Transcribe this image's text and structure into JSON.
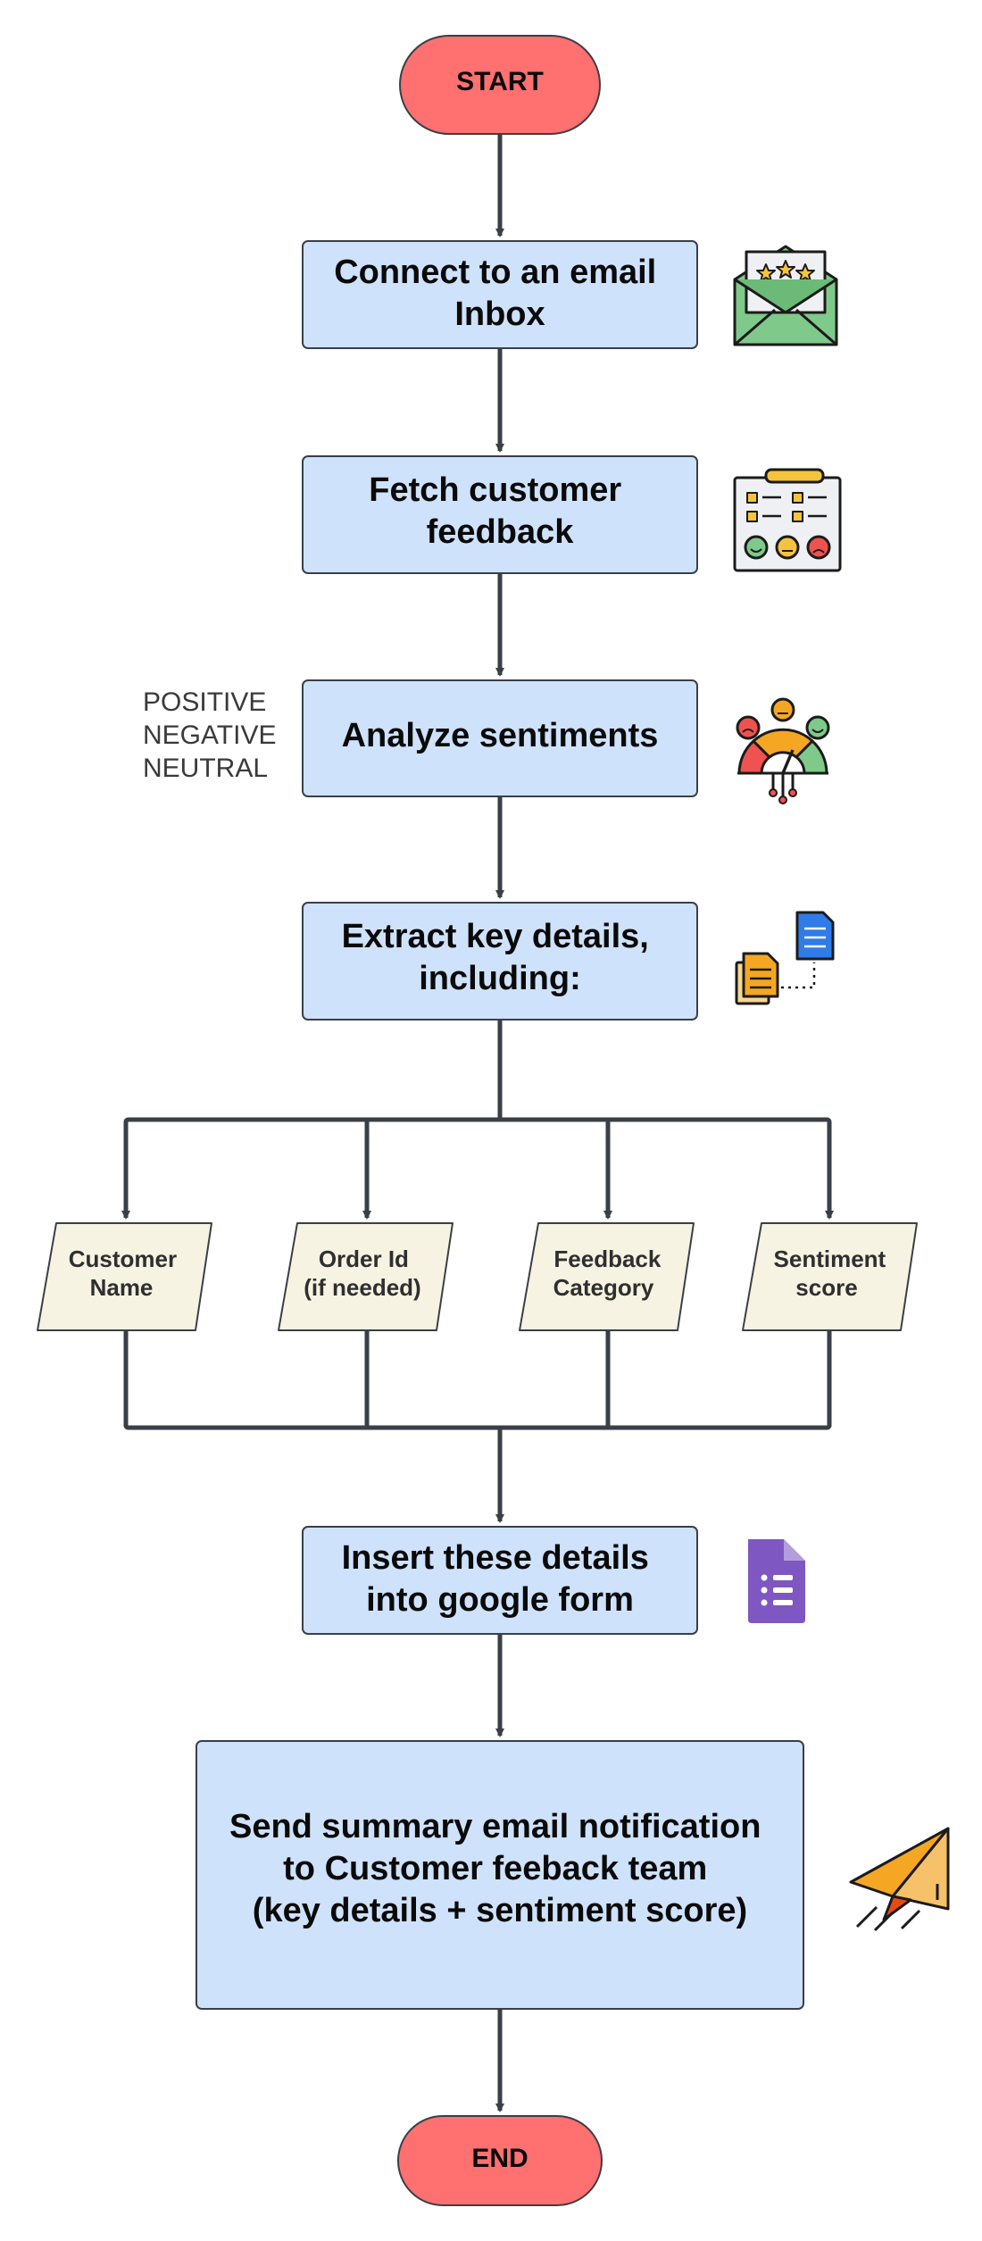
{
  "diagram": {
    "start": "START",
    "end": "END",
    "steps": {
      "connect": [
        "Connect to an email",
        "Inbox"
      ],
      "fetch": [
        "Fetch customer",
        "feedback"
      ],
      "analyze": [
        "Analyze sentiments"
      ],
      "extract": [
        "Extract key details,",
        "including:"
      ],
      "insert": [
        "Insert these details",
        "into google form"
      ],
      "send": [
        "Send summary email notification",
        "to Customer feeback team",
        "(key details + sentiment score)"
      ]
    },
    "details": [
      [
        "Customer",
        "Name"
      ],
      [
        "Order Id",
        "(if needed)"
      ],
      [
        "Feedback",
        "Category"
      ],
      [
        "Sentiment",
        "score"
      ]
    ],
    "sentiment_labels": [
      "POSITIVE",
      "NEGATIVE",
      "NEUTRAL"
    ],
    "icons": [
      "email-rating-icon",
      "feedback-checklist-icon",
      "sentiment-meter-icon",
      "document-transfer-icon",
      "google-forms-icon",
      "paper-plane-icon"
    ],
    "colors": {
      "terminal": "#ff7070",
      "process": "#cfe2fb",
      "data": "#f6f3e2",
      "connector": "#3a3f47"
    }
  }
}
